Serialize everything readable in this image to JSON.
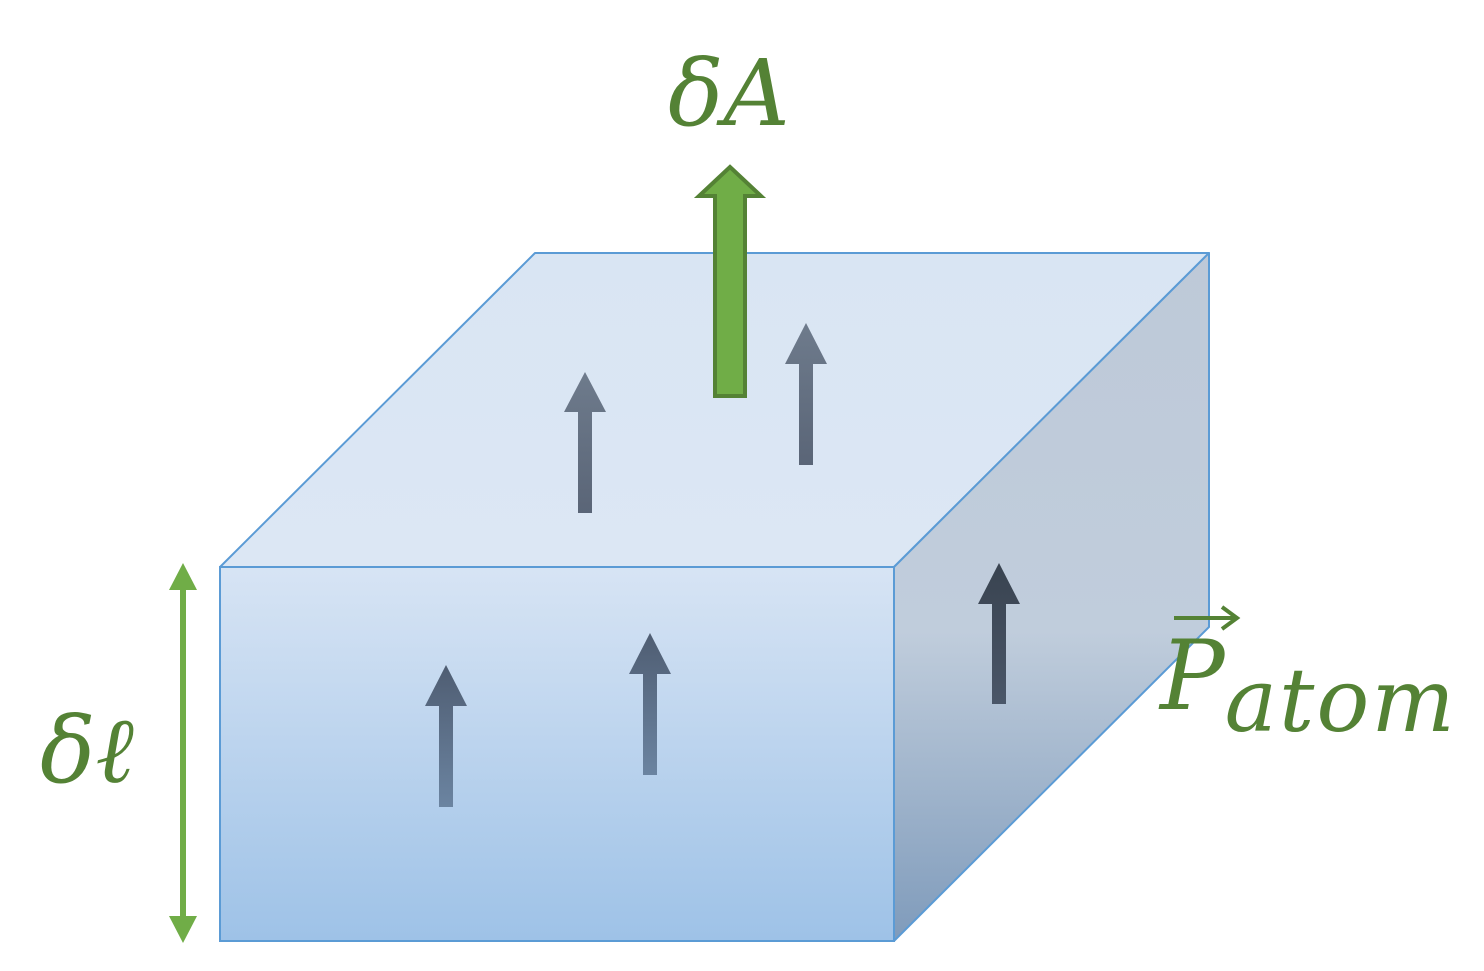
{
  "diagram": {
    "title_labels": {
      "area_element": "δA",
      "length_element": "δℓ",
      "polarization_symbol": "P",
      "polarization_subscript": "atom"
    },
    "colors": {
      "label_green": "#548235",
      "area_arrow_fill": "#70ad47",
      "area_arrow_stroke": "#548235",
      "length_arrow": "#70ad47",
      "box_edge": "#5b9bd5",
      "front_top": "#d6e3f3",
      "front_bottom": "#9dc3e6",
      "top_face": "#dbe6f4",
      "side_top": "#c3cedc",
      "side_bottom": "#8aa3bf",
      "dipole_front": "#56657a",
      "dipole_top": "#5f6b7c",
      "dipole_side": "#3c4756"
    },
    "elements": {
      "box": "rectangular-prism",
      "dipole_arrows_count": 5,
      "dipole_direction": "up"
    }
  }
}
